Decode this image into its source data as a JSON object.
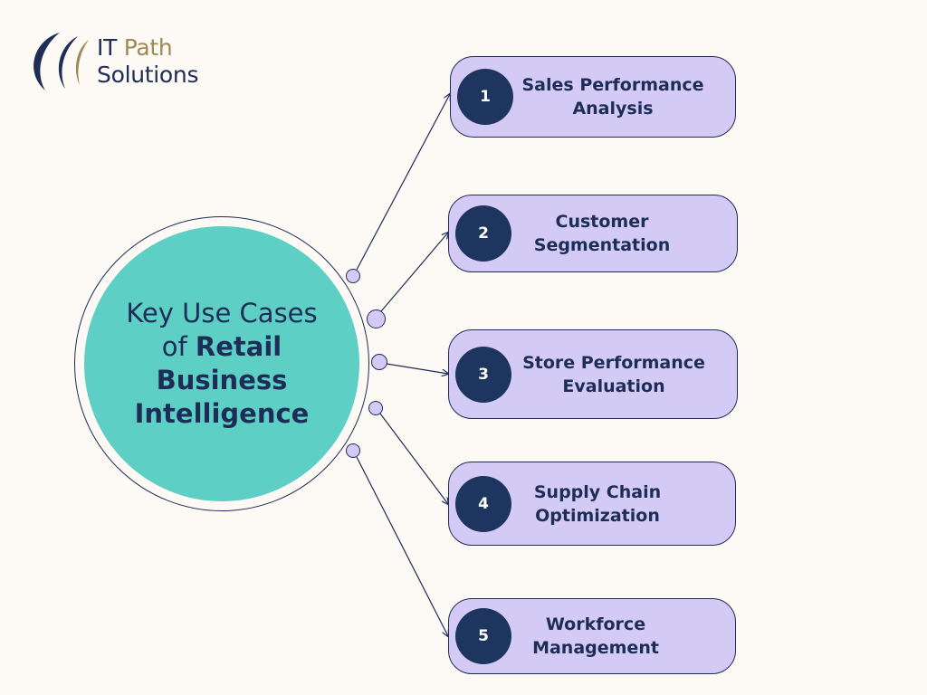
{
  "logo": {
    "name": "IT Path Solutions",
    "line1_prefix": "IT ",
    "line1_accent": "Path",
    "line2": "Solutions",
    "icon": "swoosh-logo-icon"
  },
  "hub": {
    "line1": "Key Use Cases",
    "line2_prefix": "of ",
    "line2_bold": "Retail",
    "line3_bold": "Business",
    "line4_bold": "Intelligence"
  },
  "use_cases": [
    {
      "number": "1",
      "line1": "Sales Performance",
      "line2": "Analysis"
    },
    {
      "number": "2",
      "line1": "Customer",
      "line2": "Segmentation"
    },
    {
      "number": "3",
      "line1": "Store Performance",
      "line2": "Evaluation"
    },
    {
      "number": "4",
      "line1": "Supply Chain",
      "line2": "Optimization"
    },
    {
      "number": "5",
      "line1": "Workforce",
      "line2": "Management"
    }
  ],
  "colors": {
    "background": "#fdf9f4",
    "hub": "#5ecfc4",
    "card": "#d3cbf6",
    "navy": "#1d2d57",
    "badge": "#1e3560",
    "logo_accent": "#a08957"
  }
}
